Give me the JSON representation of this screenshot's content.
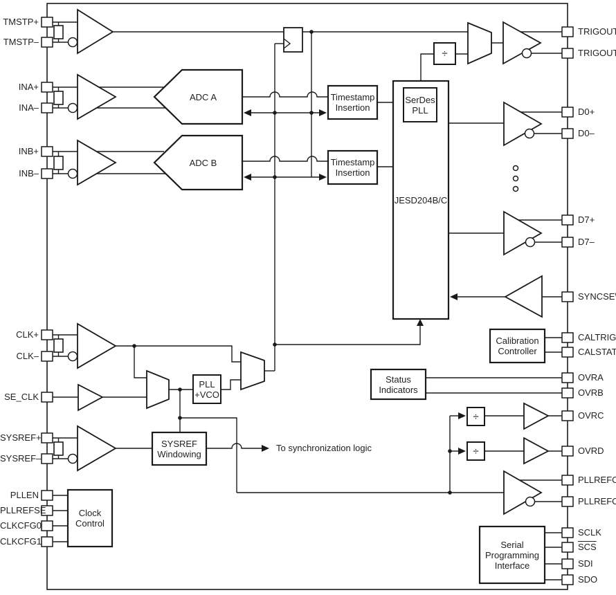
{
  "pins": {
    "left": [
      "TMSTP+",
      "TMSTP–",
      "INA+",
      "INA–",
      "INB+",
      "INB–",
      "CLK+",
      "CLK–",
      "SE_CLK",
      "SYSREF+",
      "SYSREF–",
      "PLLEN",
      "PLLREFSE",
      "CLKCFG0",
      "CLKCFG1"
    ],
    "right": [
      "TRIGOUT+",
      "TRIGOUT–",
      "D0+",
      "D0–",
      "D7+",
      "D7–",
      "SYNCSE\\",
      "CALTRIG",
      "CALSTAT",
      "OVRA",
      "OVRB",
      "OVRC",
      "OVRD",
      "PLLREFO+",
      "PLLREFO–",
      "SCLK",
      "SCS",
      "SDI",
      "SDO"
    ]
  },
  "blocks": {
    "adc_a": "ADC A",
    "adc_b": "ADC B",
    "timestamp_insertion": "Timestamp Insertion",
    "serdes_pll": "SerDes PLL",
    "jesd": "JESD204B/C",
    "calibration_controller": "Calibration Controller",
    "status_indicators": "Status Indicators",
    "divider": "÷",
    "pll_vco": "PLL +VCO",
    "sysref_windowing": "SYSREF Windowing",
    "clock_control": "Clock Control",
    "spi": "Serial Programming Interface"
  },
  "annotations": {
    "sync_note": "To synchronization logic"
  },
  "colors": {
    "line": "#1a1a1a",
    "text": "#222222",
    "background": "#ffffff"
  }
}
